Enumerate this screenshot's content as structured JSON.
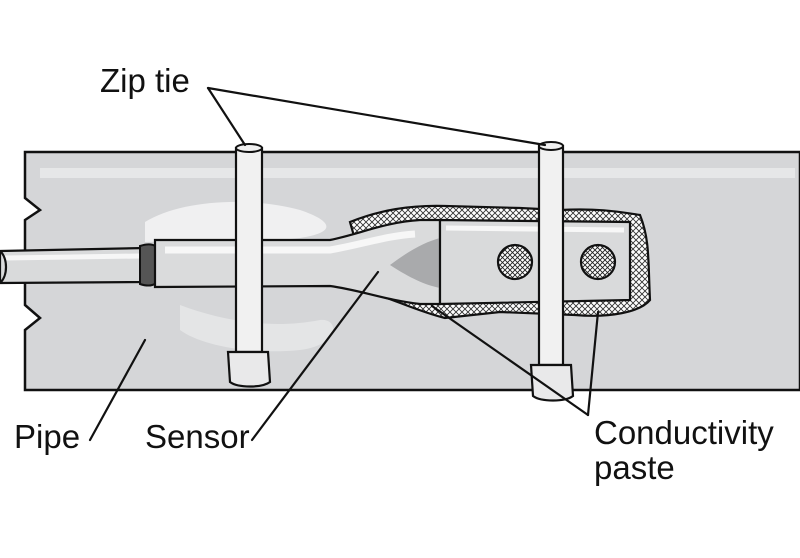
{
  "labels": {
    "zip_tie": "Zip tie",
    "pipe": "Pipe",
    "sensor": "Sensor",
    "conductivity_line1": "Conductivity",
    "conductivity_line2": "paste"
  },
  "colors": {
    "outline": "#111111",
    "pipe_fill": "#d5d6d8",
    "pipe_highlight": "#f3f3f4",
    "sensor_fill": "#d9dadb",
    "paste_fill": "#e8e8e9",
    "tie_fill": "#f1f1f1",
    "sensor_tip": "#555555"
  }
}
